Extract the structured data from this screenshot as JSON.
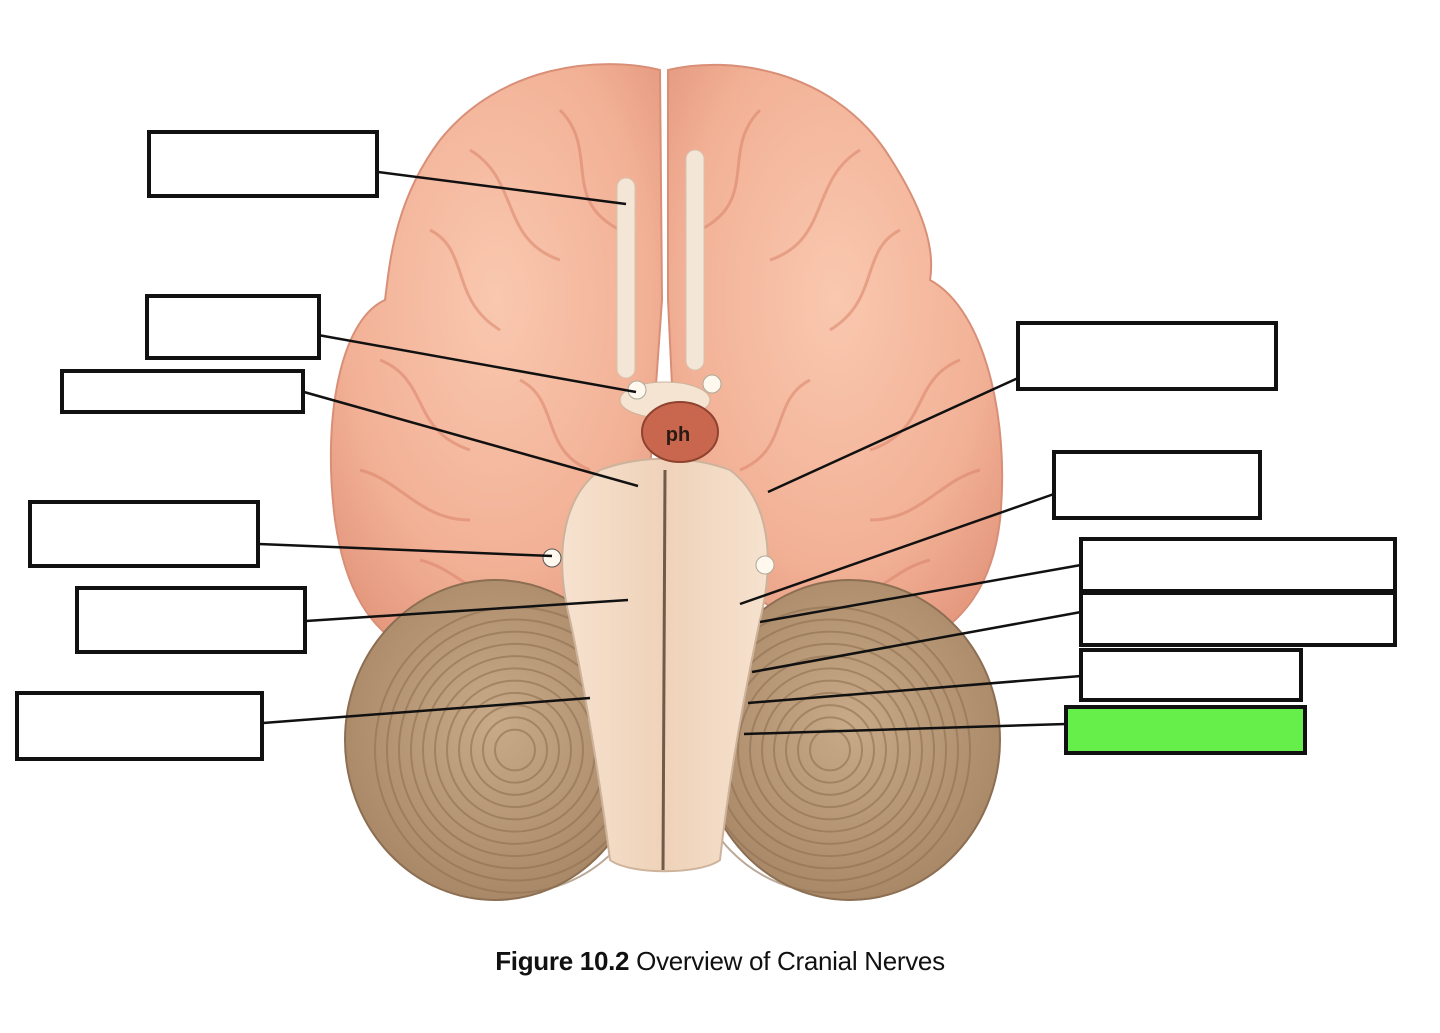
{
  "figure": {
    "caption_number": "Figure 10.2",
    "caption_text": "Overview of Cranial Nerves"
  },
  "label_boxes": [
    {
      "id": "left-1",
      "text": "",
      "highlighted": false
    },
    {
      "id": "left-2",
      "text": "",
      "highlighted": false
    },
    {
      "id": "left-3",
      "text": "",
      "highlighted": false
    },
    {
      "id": "left-4",
      "text": "",
      "highlighted": false
    },
    {
      "id": "left-5",
      "text": "",
      "highlighted": false
    },
    {
      "id": "left-6",
      "text": "",
      "highlighted": false
    },
    {
      "id": "right-1",
      "text": "",
      "highlighted": false
    },
    {
      "id": "right-2",
      "text": "",
      "highlighted": false
    },
    {
      "id": "right-3",
      "text": "",
      "highlighted": false
    },
    {
      "id": "right-4",
      "text": "",
      "highlighted": false
    },
    {
      "id": "right-5",
      "text": "",
      "highlighted": false
    },
    {
      "id": "right-6",
      "text": "",
      "highlighted": true
    }
  ],
  "model_markings": {
    "pituitary_mark": "ph"
  },
  "colors": {
    "cerebrum": "#f2b196",
    "cerebellum": "#b99a78",
    "brainstem": "#f3dcc6",
    "highlight": "#66ee4a",
    "box_border": "#111111"
  }
}
